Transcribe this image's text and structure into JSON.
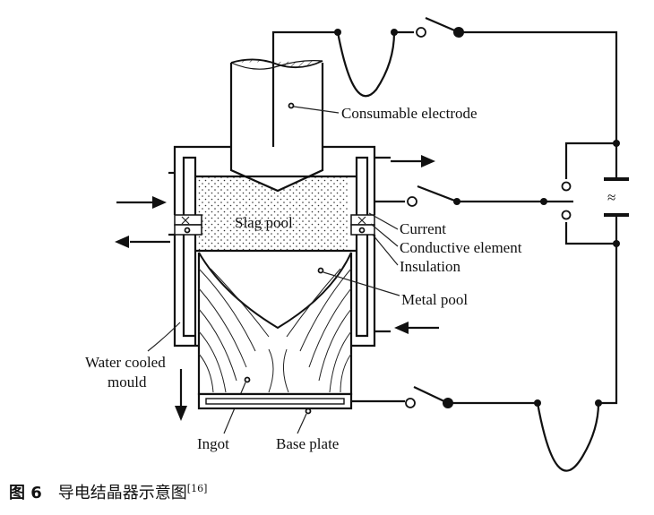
{
  "labels": {
    "consumable_electrode": "Consumable electrode",
    "slag_pool": "Slag pool",
    "current": "Current",
    "conductive_element": "Conductive element",
    "insulation": "Insulation",
    "metal_pool": "Metal pool",
    "water_cooled": "Water cooled",
    "mould": "mould",
    "ingot": "Ingot",
    "base_plate": "Base plate",
    "ac_symbol": "≈"
  },
  "caption": {
    "figure_number": "图 6",
    "text": "导电结晶器示意图",
    "reference": "[16]"
  }
}
